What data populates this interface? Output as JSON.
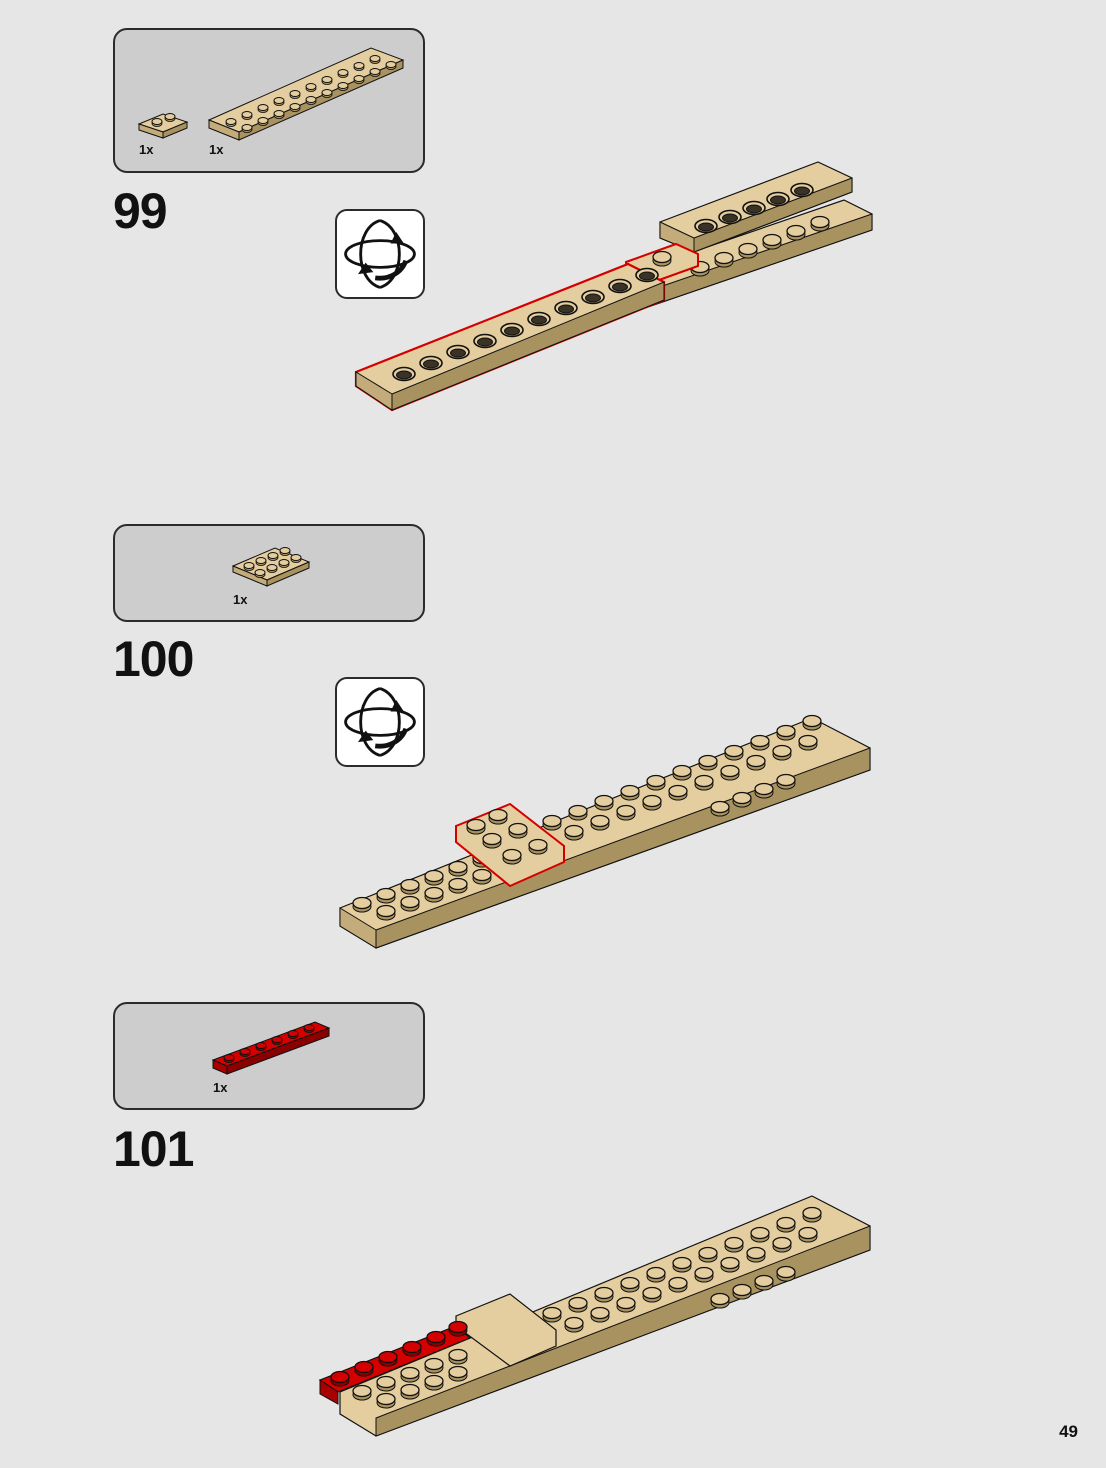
{
  "colors": {
    "background": "#e6e6e6",
    "parts_box": "#cdcdcd",
    "tan_brick": "#e4cd9e",
    "red_brick": "#d40000",
    "highlight": "#d40000"
  },
  "steps": [
    {
      "number": "99",
      "parts": [
        {
          "name": "tan-plate-1x2",
          "quantity": "1x"
        },
        {
          "name": "tan-plate-2x10",
          "quantity": "1x"
        }
      ],
      "rotate_icon": "rotate-model-icon"
    },
    {
      "number": "100",
      "parts": [
        {
          "name": "tan-plate-2x4",
          "quantity": "1x"
        }
      ],
      "rotate_icon": "rotate-model-icon"
    },
    {
      "number": "101",
      "parts": [
        {
          "name": "red-plate-1x6",
          "quantity": "1x"
        }
      ]
    }
  ],
  "page_number": "49"
}
